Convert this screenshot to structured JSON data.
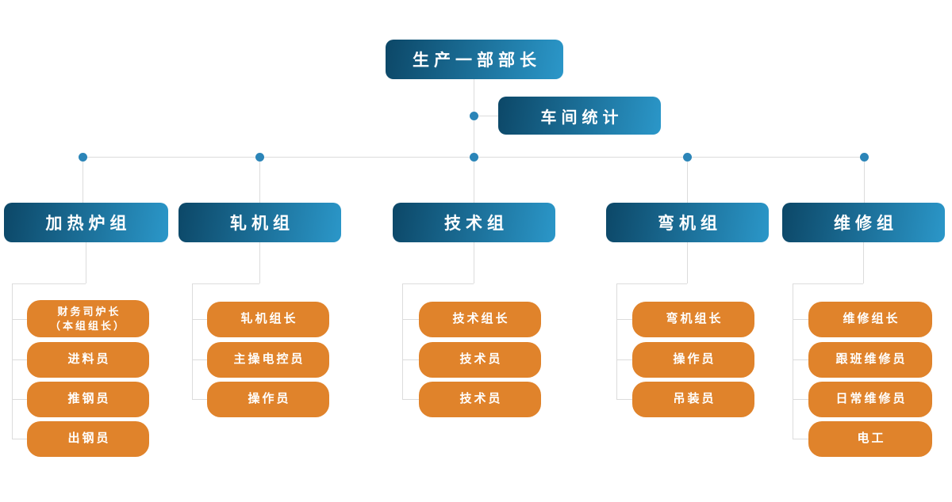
{
  "org": {
    "root": "生产一部部长",
    "assistant": "车间统计",
    "groups": [
      {
        "label": "加热炉组",
        "members": [
          "财务司炉长\n（本组组长）",
          "进料员",
          "推钢员",
          "出钢员"
        ]
      },
      {
        "label": "轧机组",
        "members": [
          "轧机组长",
          "主操电控员",
          "操作员"
        ]
      },
      {
        "label": "技术组",
        "members": [
          "技术组长",
          "技术员",
          "技术员"
        ]
      },
      {
        "label": "弯机组",
        "members": [
          "弯机组长",
          "操作员",
          "吊装员"
        ]
      },
      {
        "label": "维修组",
        "members": [
          "维修组长",
          "跟班维修员",
          "日常维修员",
          "电工"
        ]
      }
    ]
  },
  "colors": {
    "node_gradient_start": "#0c4767",
    "node_gradient_end": "#2b97c9",
    "member_fill": "#e0832b",
    "connector": "#dcdcdc",
    "junction_dot": "#2b85b8",
    "text": "#ffffff",
    "bg": "#ffffff"
  }
}
